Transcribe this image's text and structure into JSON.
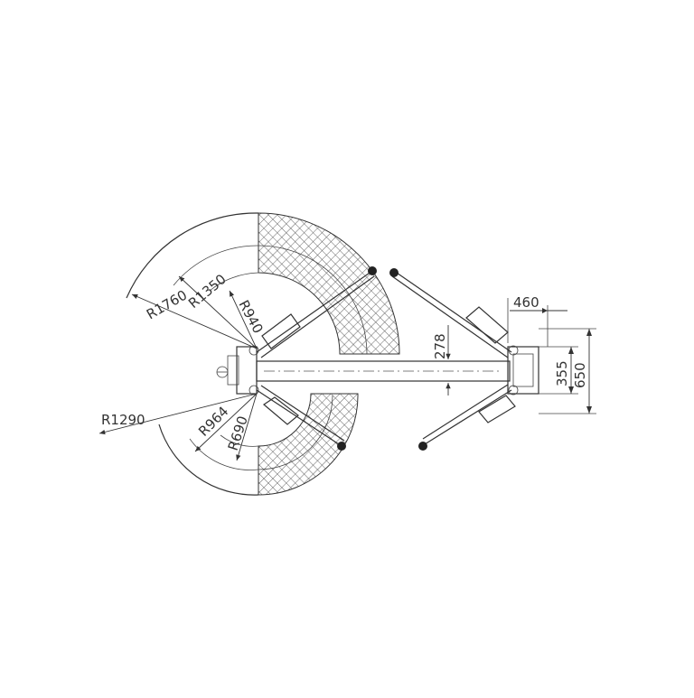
{
  "diagram": {
    "radius_labels": {
      "r1760": "R1760",
      "r1350": "R1350",
      "r940": "R940",
      "r1290": "R1290",
      "r964": "R964",
      "r690": "R690"
    },
    "dimension_labels": {
      "d460": "460",
      "d278": "278",
      "d355": "355",
      "d650": "650"
    },
    "colors": {
      "line": "#333333",
      "hatch": "#444444",
      "background": "#ffffff"
    }
  }
}
